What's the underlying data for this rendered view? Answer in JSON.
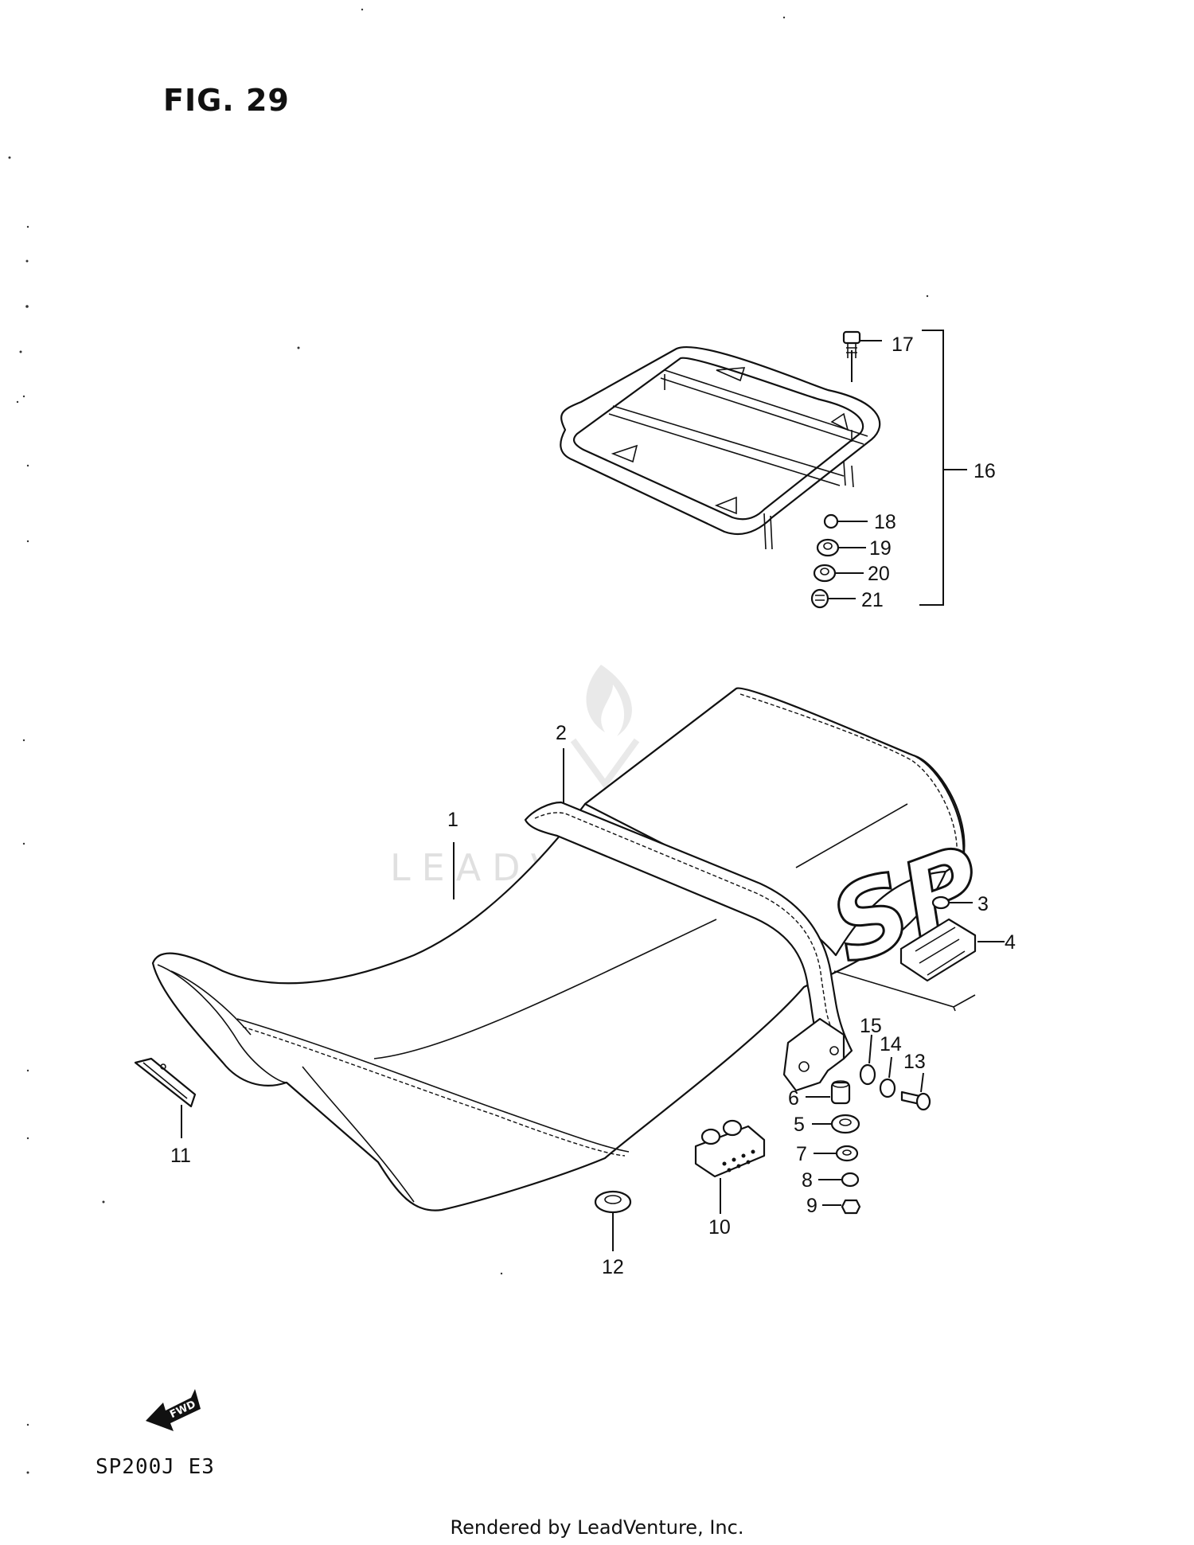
{
  "figure": {
    "title": "FIG. 29",
    "model_code": "SP200J  E3",
    "credit": "Rendered by LeadVenture, Inc.",
    "watermark": "LEADVENTURE"
  },
  "seat_logo_text": "SP",
  "fwd_arrow_label": "FWD",
  "callouts": {
    "c1": "1",
    "c2": "2",
    "c3": "3",
    "c4": "4",
    "c5": "5",
    "c6": "6",
    "c7": "7",
    "c8": "8",
    "c9": "9",
    "c10": "10",
    "c11": "11",
    "c12": "12",
    "c13": "13",
    "c14": "14",
    "c15": "15",
    "c16": "16",
    "c17": "17",
    "c18": "18",
    "c19": "19",
    "c20": "20",
    "c21": "21"
  }
}
